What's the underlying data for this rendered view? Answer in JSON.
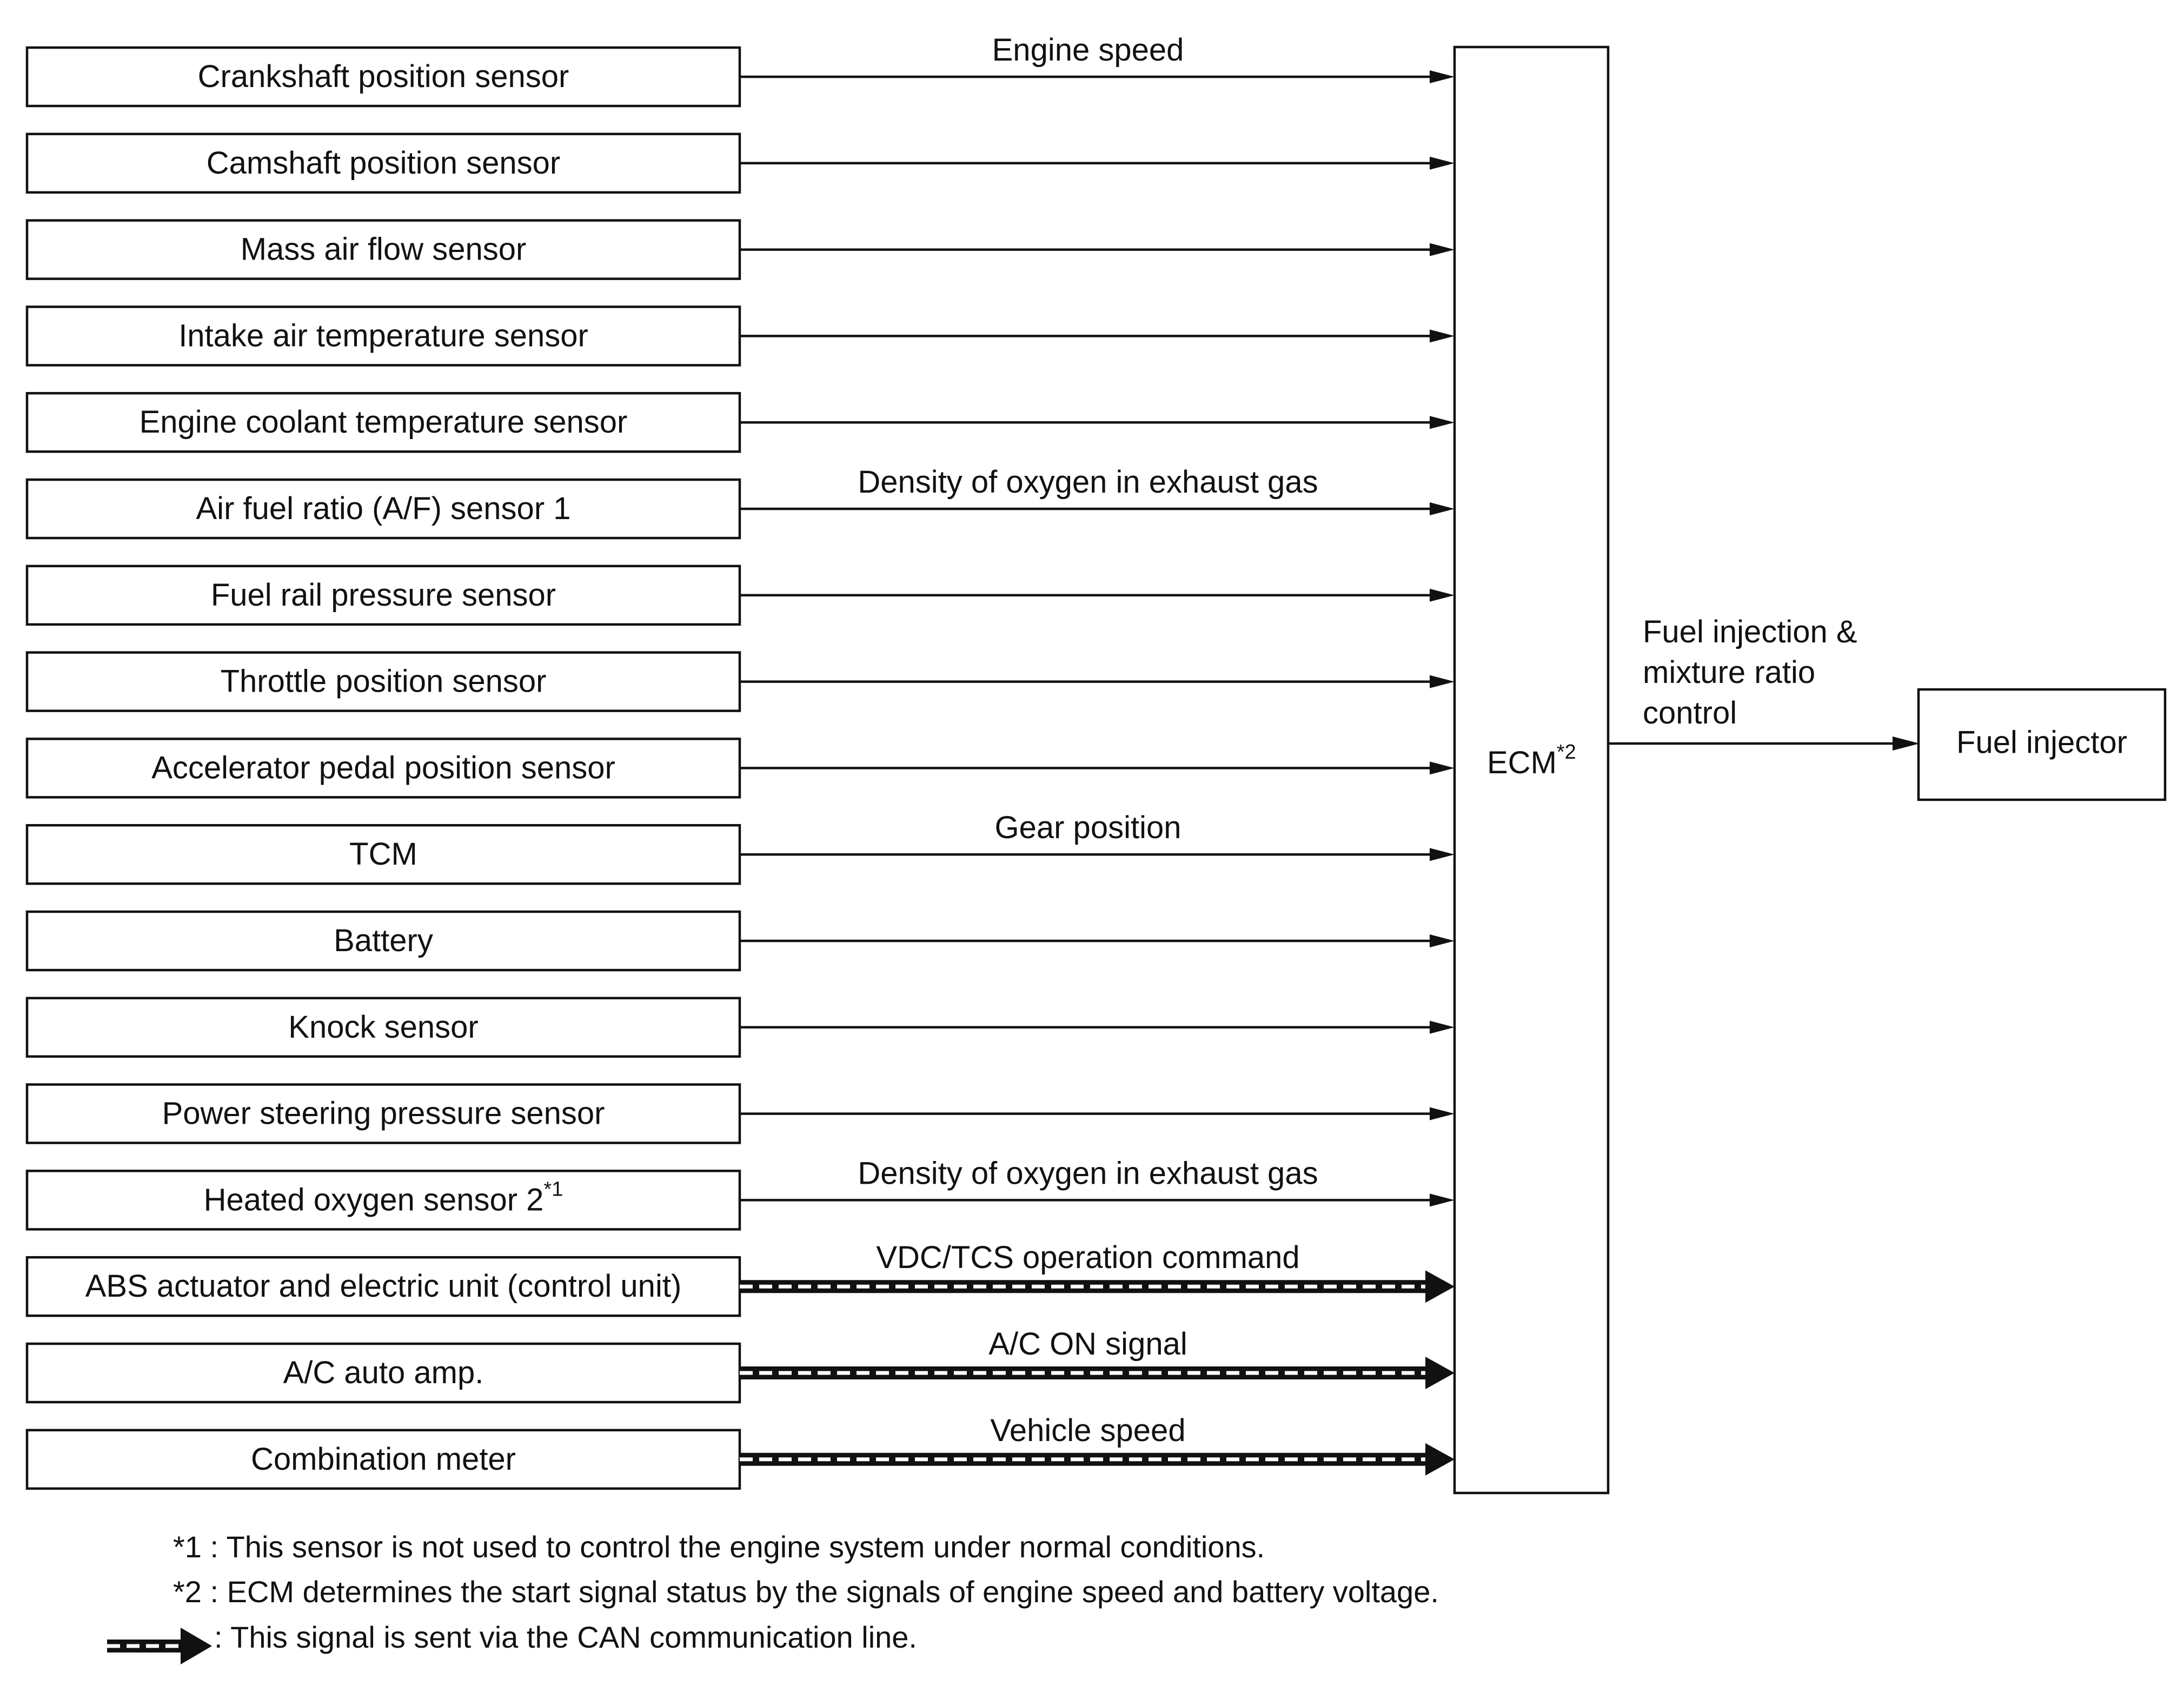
{
  "inputs": [
    {
      "label": "Crankshaft position sensor",
      "sup": "",
      "signal": "Engine speed",
      "can": false
    },
    {
      "label": "Camshaft position sensor",
      "sup": "",
      "signal": "",
      "can": false
    },
    {
      "label": "Mass air flow sensor",
      "sup": "",
      "signal": "",
      "can": false
    },
    {
      "label": "Intake air temperature sensor",
      "sup": "",
      "signal": "",
      "can": false
    },
    {
      "label": "Engine coolant temperature sensor",
      "sup": "",
      "signal": "",
      "can": false
    },
    {
      "label": "Air fuel ratio (A/F) sensor 1",
      "sup": "",
      "signal": "Density of oxygen in exhaust gas",
      "can": false
    },
    {
      "label": "Fuel rail pressure sensor",
      "sup": "",
      "signal": "",
      "can": false
    },
    {
      "label": "Throttle position sensor",
      "sup": "",
      "signal": "",
      "can": false
    },
    {
      "label": "Accelerator pedal position sensor",
      "sup": "",
      "signal": "",
      "can": false
    },
    {
      "label": "TCM",
      "sup": "",
      "signal": "Gear position",
      "can": false
    },
    {
      "label": "Battery",
      "sup": "",
      "signal": "",
      "can": false
    },
    {
      "label": "Knock sensor",
      "sup": "",
      "signal": "",
      "can": false
    },
    {
      "label": "Power steering pressure sensor",
      "sup": "",
      "signal": "",
      "can": false
    },
    {
      "label": "Heated oxygen sensor 2",
      "sup": "*1",
      "signal": "Density of oxygen in exhaust gas",
      "can": false
    },
    {
      "label": "ABS actuator and electric unit (control unit)",
      "sup": "",
      "signal": "VDC/TCS operation command",
      "can": true
    },
    {
      "label": "A/C auto amp.",
      "sup": "",
      "signal": "A/C ON signal",
      "can": true
    },
    {
      "label": "Combination meter",
      "sup": "",
      "signal": "Vehicle speed",
      "can": true
    }
  ],
  "ecm": {
    "label": "ECM",
    "sup": "*2"
  },
  "output": {
    "signal_lines": [
      "Fuel injection &",
      "mixture ratio",
      "control"
    ],
    "label": "Fuel injector"
  },
  "notes": [
    "*1 : This sensor is not used to control the engine system under normal conditions.",
    "*2 : ECM determines the start signal status by the signals of engine speed and battery voltage.",
    ": This signal is sent via the CAN communication line."
  ],
  "colors": {
    "line": "#111111",
    "background": "#ffffff"
  }
}
